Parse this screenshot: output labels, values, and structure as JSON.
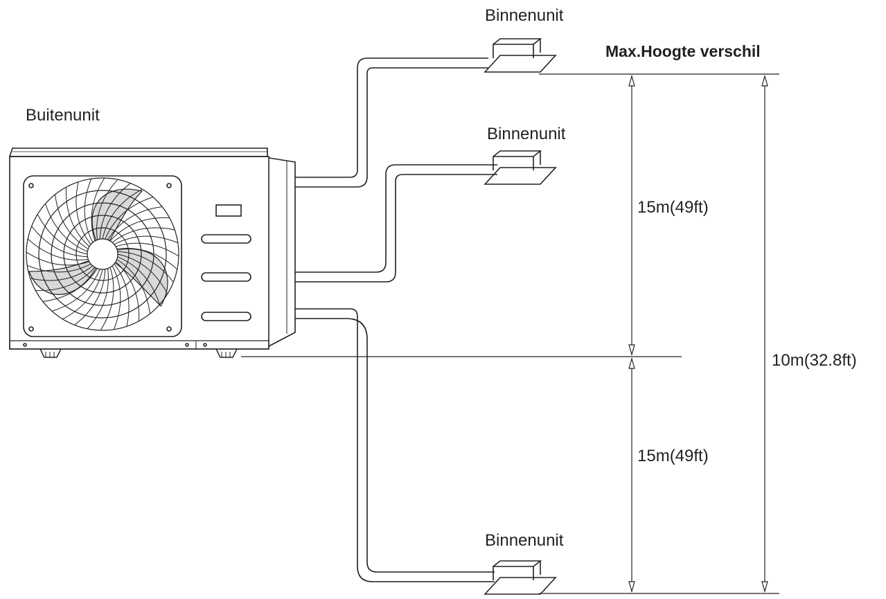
{
  "labels": {
    "indoor_top": "Binnenunit",
    "indoor_middle": "Binnenunit",
    "indoor_bottom": "Binnenunit",
    "outdoor": "Buitenunit",
    "max_height_title": "Max.Hoogte verschil"
  },
  "dimensions": {
    "upper_height": "15m(49ft)",
    "lower_height": "15m(49ft)",
    "total_difference": "10m(32.8ft)"
  },
  "icons": [
    "outdoor-unit-icon",
    "indoor-unit-icon",
    "refrigerant-pipe",
    "dimension-arrow"
  ],
  "colors": {
    "ink": "#231f20",
    "fan_blade_fill": "#d9d9d9"
  }
}
